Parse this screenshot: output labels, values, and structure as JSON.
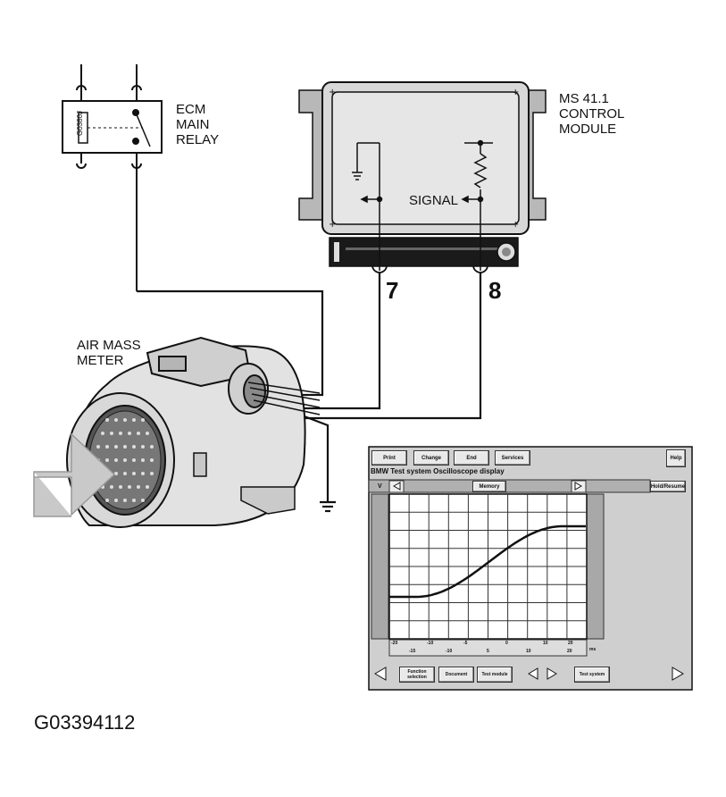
{
  "relay": {
    "lines": [
      "ECM",
      "MAIN",
      "RELAY"
    ],
    "code": "G0380J"
  },
  "control_module": {
    "lines": [
      "MS 41.1",
      "CONTROL",
      "MODULE"
    ],
    "signal_label": "SIGNAL"
  },
  "pins": {
    "pin7": "7",
    "pin8": "8"
  },
  "meter": {
    "lines": [
      "AIR MASS",
      "METER"
    ]
  },
  "figure_id": "G03394112",
  "scope": {
    "top_buttons": [
      "Print",
      "Change",
      "End",
      "Services"
    ],
    "help": "Help",
    "title": "BMW  Test system  Oscilloscope display",
    "axis_unit": "V",
    "memory": "Memory",
    "hold": "Hold/Resume",
    "x_ticks_top": [
      "-20",
      "-10",
      "-5",
      "0",
      "10",
      "20"
    ],
    "x_ticks_bottom": [
      "-15",
      "-10",
      "5",
      "10",
      "20"
    ],
    "x_unit": "ms",
    "bottom_buttons": [
      "Function selection",
      "Document",
      "Test module",
      "Test system"
    ]
  }
}
